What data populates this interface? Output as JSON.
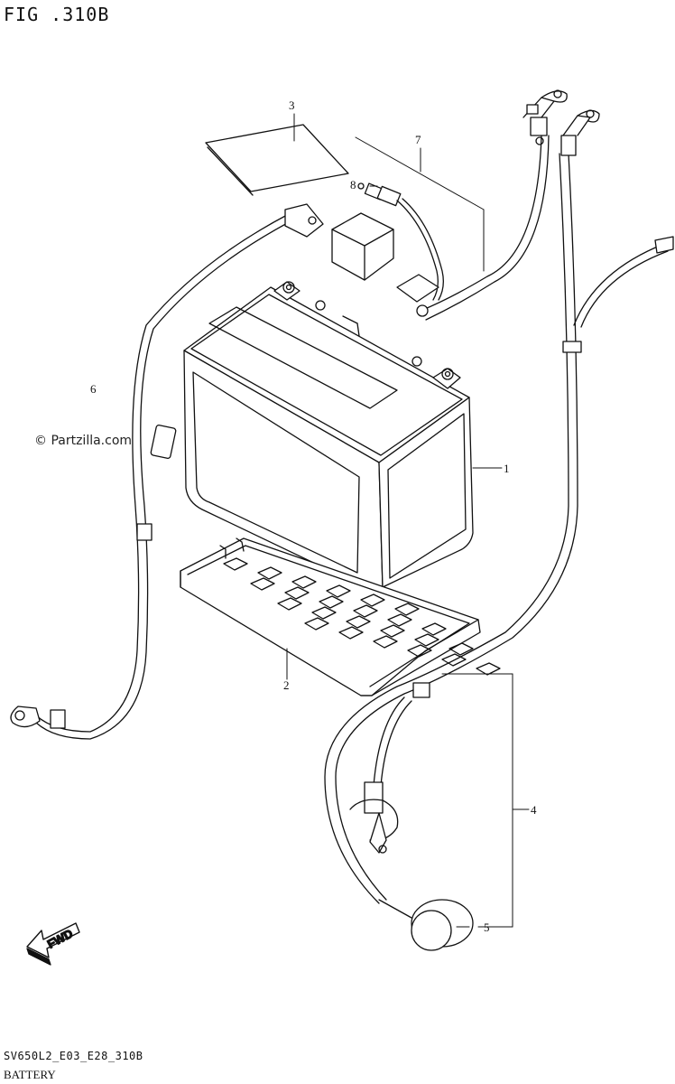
{
  "figure": {
    "title": "FIG .310B"
  },
  "watermark": "© Partzilla.com",
  "callouts": {
    "battery": "1",
    "tray": "2",
    "label": "3",
    "neg_cable": "4",
    "cover": "5",
    "lead_wire": "6",
    "pos_cable": "7",
    "fuse": "8"
  },
  "direction_arrow": {
    "label": "FWD"
  },
  "footer": {
    "code": "SV650L2_E03_E28_310B",
    "caption": "BATTERY"
  },
  "colors": {
    "line": "#111111",
    "background": "#ffffff"
  }
}
